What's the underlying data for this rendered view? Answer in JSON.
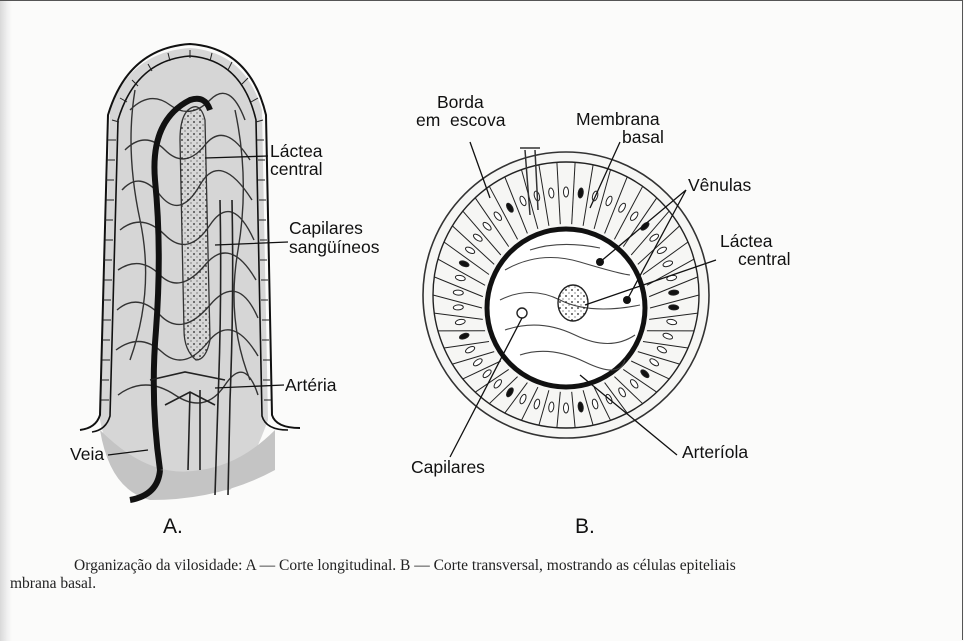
{
  "figure_a": {
    "label_lactea_line1": "Láctea",
    "label_lactea_line2": "central",
    "label_capilares_line1": "Capilares",
    "label_capilares_line2": "sangüíneos",
    "label_arteria": "Artéria",
    "label_veia": "Veia",
    "letter": "A."
  },
  "figure_b": {
    "label_borda_line1": "Borda",
    "label_borda_line2": "em  escova",
    "label_membrana_line1": "Membrana",
    "label_membrana_line2": "basal",
    "label_venulas": "Vênulas",
    "label_lactea_line1": "Láctea",
    "label_lactea_line2": "central",
    "label_arteriola": "Arteríola",
    "label_capilares": "Capilares",
    "letter": "B."
  },
  "caption": {
    "line1": "Organização da vilosidade: A — Corte longitudinal. B — Corte transversal, mostrando as células epiteliais",
    "line2": "mbrana basal."
  }
}
